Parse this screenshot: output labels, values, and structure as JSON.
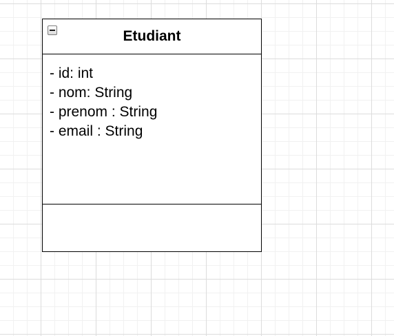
{
  "class": {
    "name": "Etudiant",
    "collapse_icon": "minus-box-icon",
    "attributes": [
      "- id: int",
      "- nom: String",
      "- prenom : String",
      "- email : String"
    ],
    "operations": []
  }
}
